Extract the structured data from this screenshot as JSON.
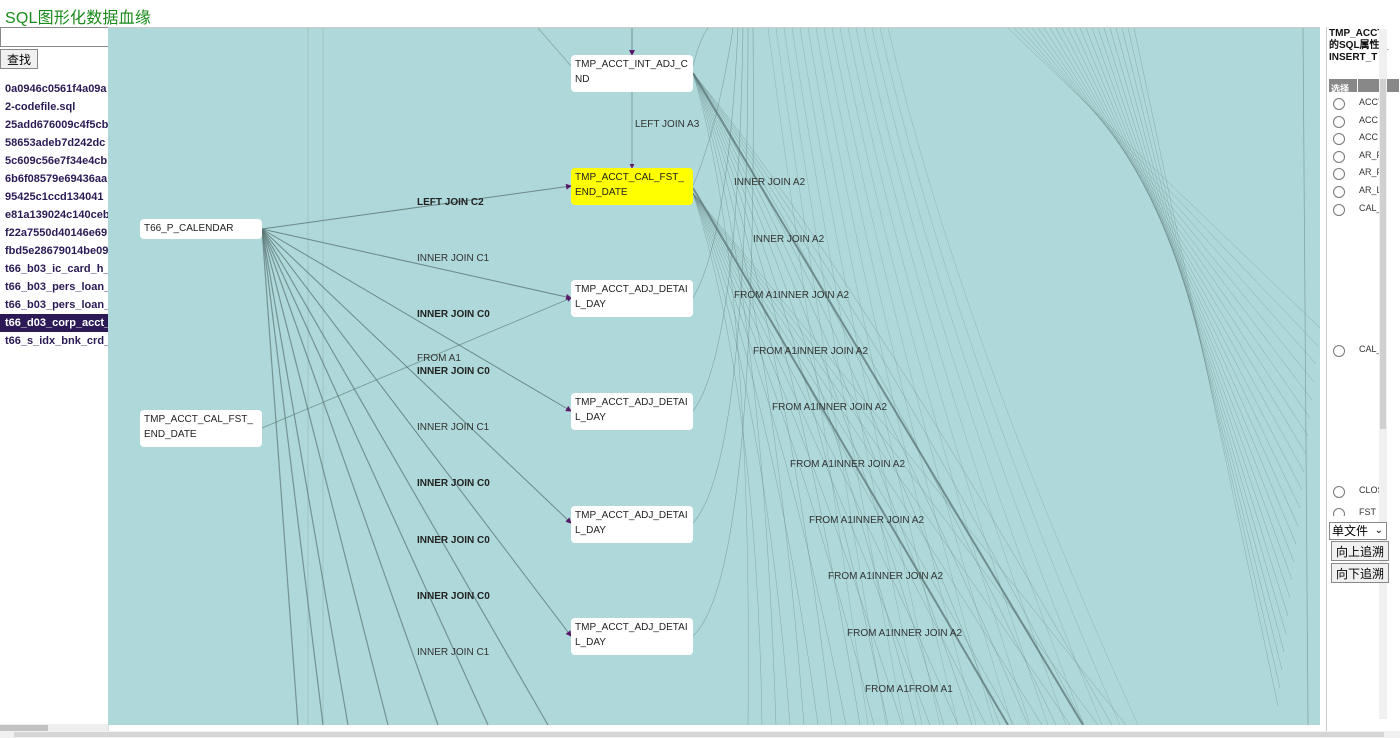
{
  "app": {
    "title": "SQL图形化数据血缘"
  },
  "search": {
    "value": "",
    "button_label": "查找"
  },
  "files": [
    "0a0946c0561f4a09a",
    "2-codefile.sql",
    "25add676009c4f5cb",
    "58653adeb7d242dc",
    "5c609c56e7f34e4cb",
    "6b6f08579e69436aa",
    "95425c1ccd134041",
    "e81a139024c140ceb",
    "f22a7550d40146e69",
    "fbd5e28679014be09",
    "t66_b03_ic_card_h_",
    "t66_b03_pers_loan_",
    "t66_b03_pers_loan_",
    "t66_d03_corp_acct_",
    "t66_s_idx_bnk_crd_"
  ],
  "selected_file_index": 13,
  "graph": {
    "nodes": {
      "calendar": "T66_P_CALENDAR",
      "cal_fst_src": "TMP_ACCT_CAL_FST_END_DATE",
      "int_adj": "TMP_ACCT_INT_ADJ_CND",
      "cal_fst_target": "TMP_ACCT_CAL_FST_END_DATE",
      "adj1": "TMP_ACCT_ADJ_DETAIL_DAY",
      "adj2": "TMP_ACCT_ADJ_DETAIL_DAY",
      "adj3": "TMP_ACCT_ADJ_DETAIL_DAY",
      "adj4": "TMP_ACCT_ADJ_DETAIL_DAY"
    },
    "labels": {
      "l1": "LEFT JOIN A3",
      "l2": "LEFT JOIN C2",
      "l3": "INNER JOIN C1",
      "l4": "INNER JOIN C0",
      "l5": "FROM A1",
      "l6": "INNER JOIN C0",
      "l7": "INNER JOIN C1",
      "l8": "INNER JOIN C0",
      "l9": "INNER JOIN C0",
      "l10": "INNER JOIN C0",
      "l11": "INNER JOIN C1",
      "r1": "INNER JOIN A2",
      "r2": "INNER JOIN A2",
      "r3": "FROM A1INNER JOIN A2",
      "r4": "FROM A1INNER JOIN A2",
      "r5": "FROM A1INNER JOIN A2",
      "r6": "FROM A1INNER JOIN A2",
      "r7": "FROM A1INNER JOIN A2",
      "r8": "FROM A1INNER JOIN A2",
      "r9": "FROM A1INNER JOIN A2",
      "r10": "FROM A1FROM A1"
    }
  },
  "right_panel": {
    "title": "TMP_ACCT的SQL属性:_INSERT_T",
    "column_header": "选择",
    "fields": [
      "ACCT",
      "ACC",
      "ACC",
      "AR_F",
      "AR_F",
      "AR_L",
      "CAL_",
      "CAL_",
      "CLOS",
      "FST_"
    ],
    "mode_select": "单文件",
    "trace_up": "向上追溯",
    "trace_down": "向下追溯"
  },
  "colors": {
    "graph_bg": "#aed8d9",
    "highlight_node": "#ffff00",
    "selected_file_bg": "#2b1a55",
    "title_green": "#1a8a1a",
    "arrow": "#5a1a6a"
  }
}
